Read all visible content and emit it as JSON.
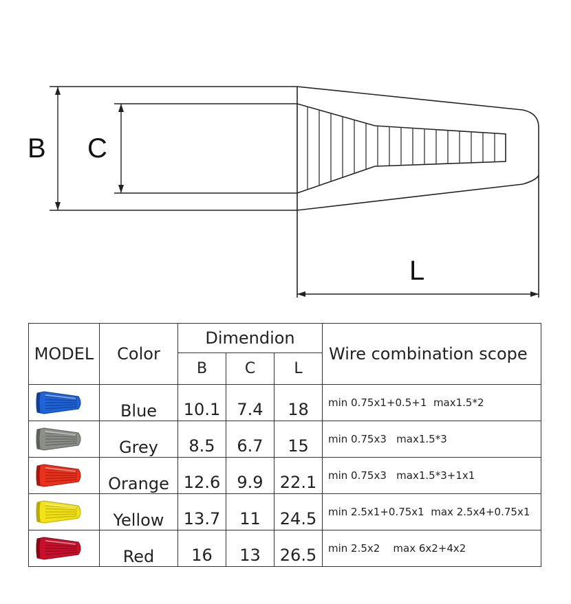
{
  "diagram": {
    "labels": {
      "B": "B",
      "C": "C",
      "L": "L"
    }
  },
  "table": {
    "headers": {
      "model": "MODEL",
      "color": "Color",
      "dimension": "Dimendion",
      "b": "B",
      "c": "C",
      "l": "L",
      "scope": "Wire combination scope"
    },
    "rows": [
      {
        "color": "Blue",
        "b": "10.1",
        "c": "7.4",
        "l": "18",
        "scope": "min 0.75x1+0.5+1  max1.5*2",
        "cap_color": "#1f63d6",
        "cap_dark": "#0f3f96"
      },
      {
        "color": "Grey",
        "b": "8.5",
        "c": "6.7",
        "l": "15",
        "scope": "min 0.75x3   max1.5*3",
        "cap_color": "#8c8e89",
        "cap_dark": "#5d5f5b"
      },
      {
        "color": "Orange",
        "b": "12.6",
        "c": "9.9",
        "l": "22.1",
        "scope": "min 0.75x3   max1.5*3+1x1",
        "cap_color": "#e8321e",
        "cap_dark": "#a8170c"
      },
      {
        "color": "Yellow",
        "b": "13.7",
        "c": "11",
        "l": "24.5",
        "scope": "min 2.5x1+0.75x1  max 2.5x4+0.75x1",
        "cap_color": "#f2e21a",
        "cap_dark": "#b9a806"
      },
      {
        "color": "Red",
        "b": "16",
        "c": "13",
        "l": "26.5",
        "scope": "min 2.5x2    max 6x2+4x2",
        "cap_color": "#c8102e",
        "cap_dark": "#850616"
      }
    ]
  }
}
